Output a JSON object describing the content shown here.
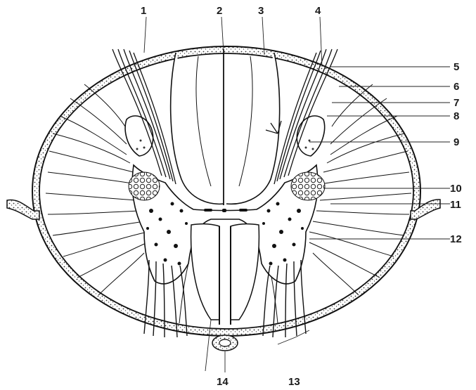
{
  "figure": {
    "labels": [
      "1",
      "2",
      "3",
      "4",
      "5",
      "6",
      "7",
      "8",
      "9",
      "10",
      "11",
      "12",
      "13",
      "14"
    ]
  }
}
